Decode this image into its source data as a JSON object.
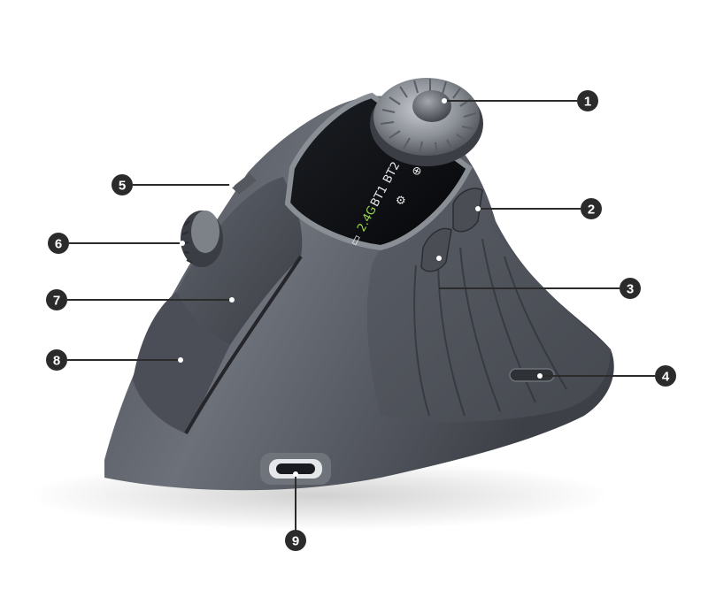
{
  "callouts": [
    {
      "number": "1",
      "part": "top-scroll-dial"
    },
    {
      "number": "2",
      "part": "upper-side-button"
    },
    {
      "number": "3",
      "part": "lower-side-button"
    },
    {
      "number": "4",
      "part": "rear-switch"
    },
    {
      "number": "5",
      "part": "top-edge-button"
    },
    {
      "number": "6",
      "part": "scroll-wheel"
    },
    {
      "number": "7",
      "part": "upper-main-button"
    },
    {
      "number": "8",
      "part": "lower-main-button"
    },
    {
      "number": "9",
      "part": "usb-c-port"
    }
  ],
  "display": {
    "status_items": [
      {
        "icon": "battery-icon",
        "text": ""
      },
      {
        "icon": "",
        "text": "2.4G"
      },
      {
        "icon": "",
        "text": "BT1"
      },
      {
        "icon": "",
        "text": "BT2"
      }
    ],
    "mode_icons": [
      "settings-icon",
      "zoom-icon",
      "dpi-icon"
    ],
    "active_color": "#9bd64a"
  },
  "colors": {
    "body_dark": "#3b3e45",
    "body_light": "#6a6e76",
    "screen": "#0d0f12",
    "callout_fill": "#2b2b2b"
  }
}
